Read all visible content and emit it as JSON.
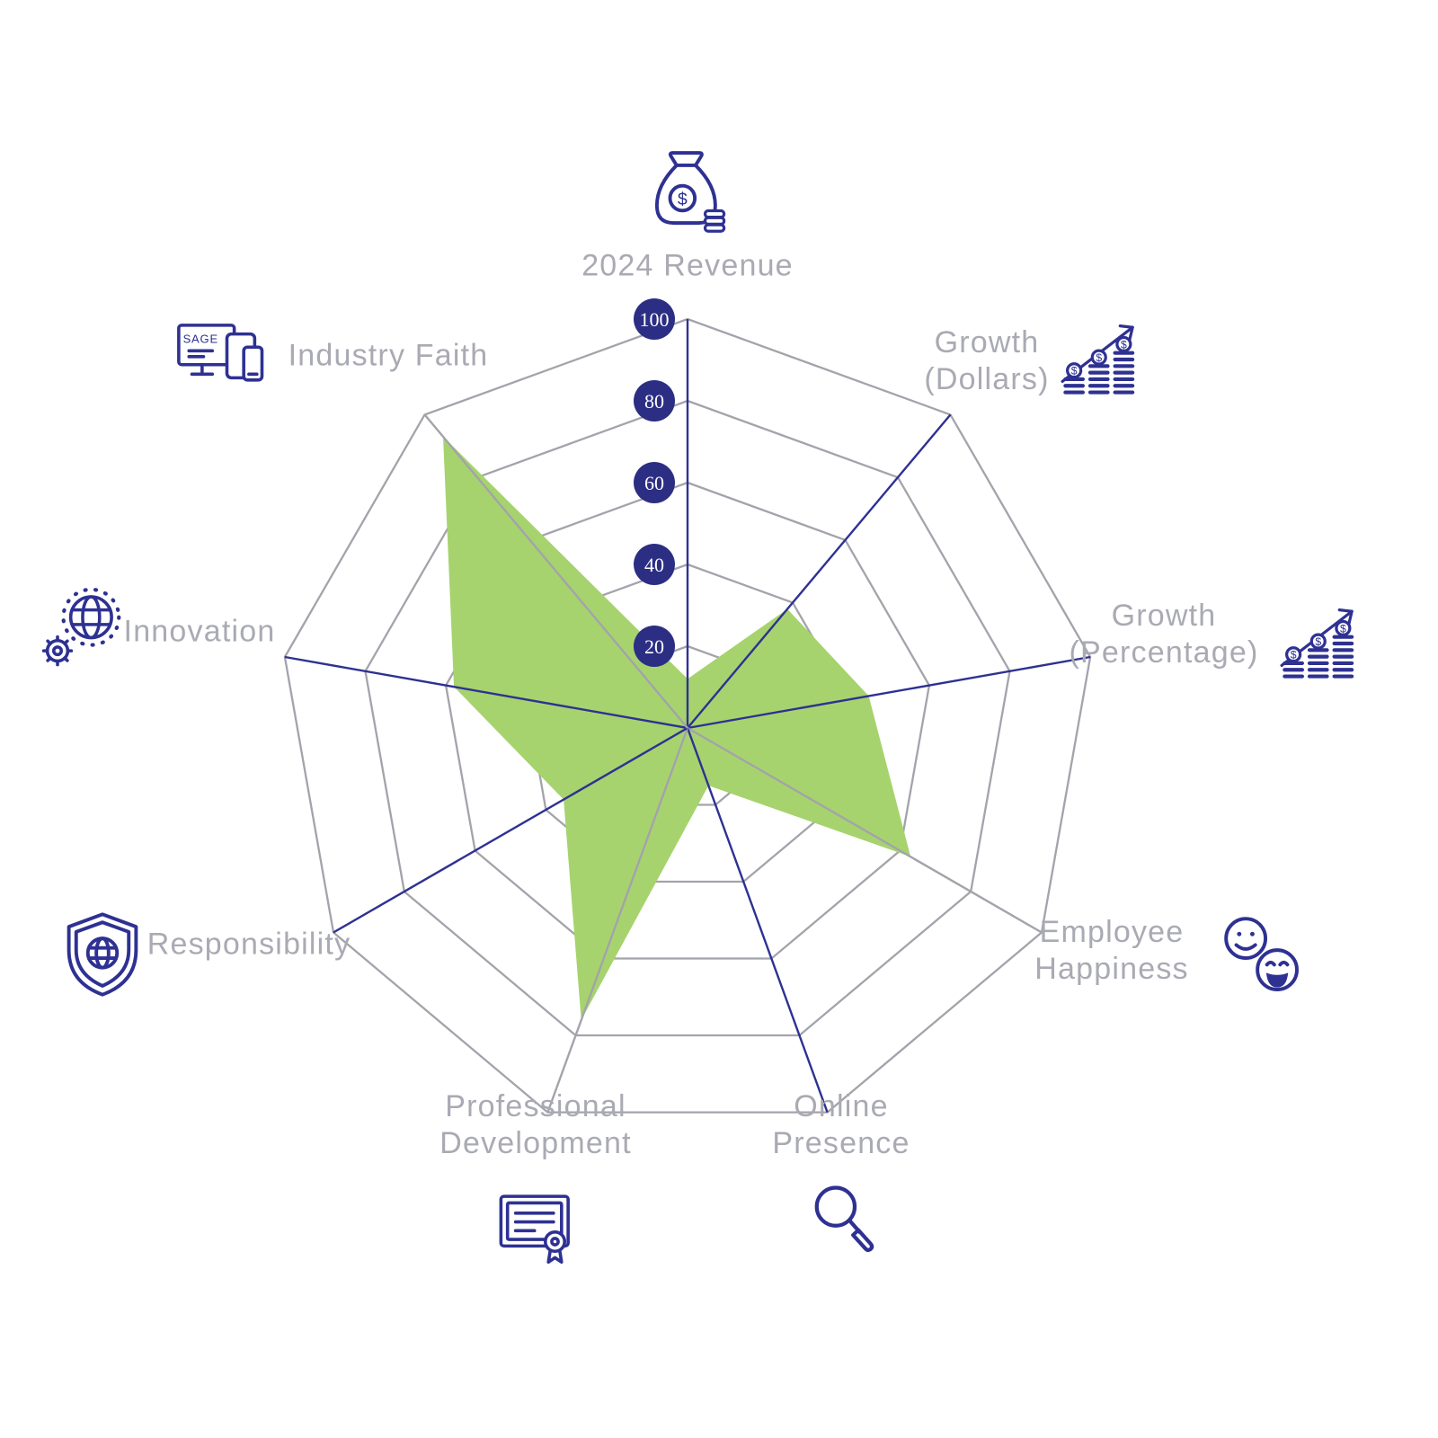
{
  "chart_data": {
    "type": "radar",
    "title": "",
    "max": 100,
    "rings": [
      20,
      40,
      60,
      80,
      100
    ],
    "axes": [
      {
        "label": [
          "2024 Revenue"
        ],
        "value": 12,
        "icon": "money-bag-icon"
      },
      {
        "label": [
          "Growth",
          "(Dollars)"
        ],
        "value": 38,
        "icon": "coin-stack-growth-icon"
      },
      {
        "label": [
          "Growth",
          "(Percentage)"
        ],
        "value": 45,
        "icon": "coin-stack-growth-icon"
      },
      {
        "label": [
          "Employee",
          "Happiness"
        ],
        "value": 63,
        "icon": "smiley-faces-icon"
      },
      {
        "label": [
          "Online",
          "Presence"
        ],
        "value": 15,
        "icon": "magnifier-icon"
      },
      {
        "label": [
          "Professional",
          "Development"
        ],
        "value": 76,
        "icon": "certificate-icon"
      },
      {
        "label": [
          "Responsibility"
        ],
        "value": 35,
        "icon": "shield-globe-icon"
      },
      {
        "label": [
          "Innovation"
        ],
        "value": 58,
        "icon": "globe-gear-icon"
      },
      {
        "label": [
          "Industry Faith"
        ],
        "value": 93,
        "icon": "devices-icon",
        "icon_text": "SAGE"
      }
    ],
    "navy_spoke_indexes": [
      0,
      1,
      2,
      4,
      6,
      7
    ],
    "gray_spoke_indexes": [
      3,
      5,
      8
    ],
    "colors": {
      "fill": "#a6d36e",
      "grid": "#a3a3ab",
      "axis": "#2e3192",
      "bubble": "#2b2e83",
      "bubble_text": "#ffffff",
      "label_text": "#a9aab3",
      "icon": "#2e3192",
      "background": "#ffffff"
    },
    "legend": [],
    "grid": true
  }
}
